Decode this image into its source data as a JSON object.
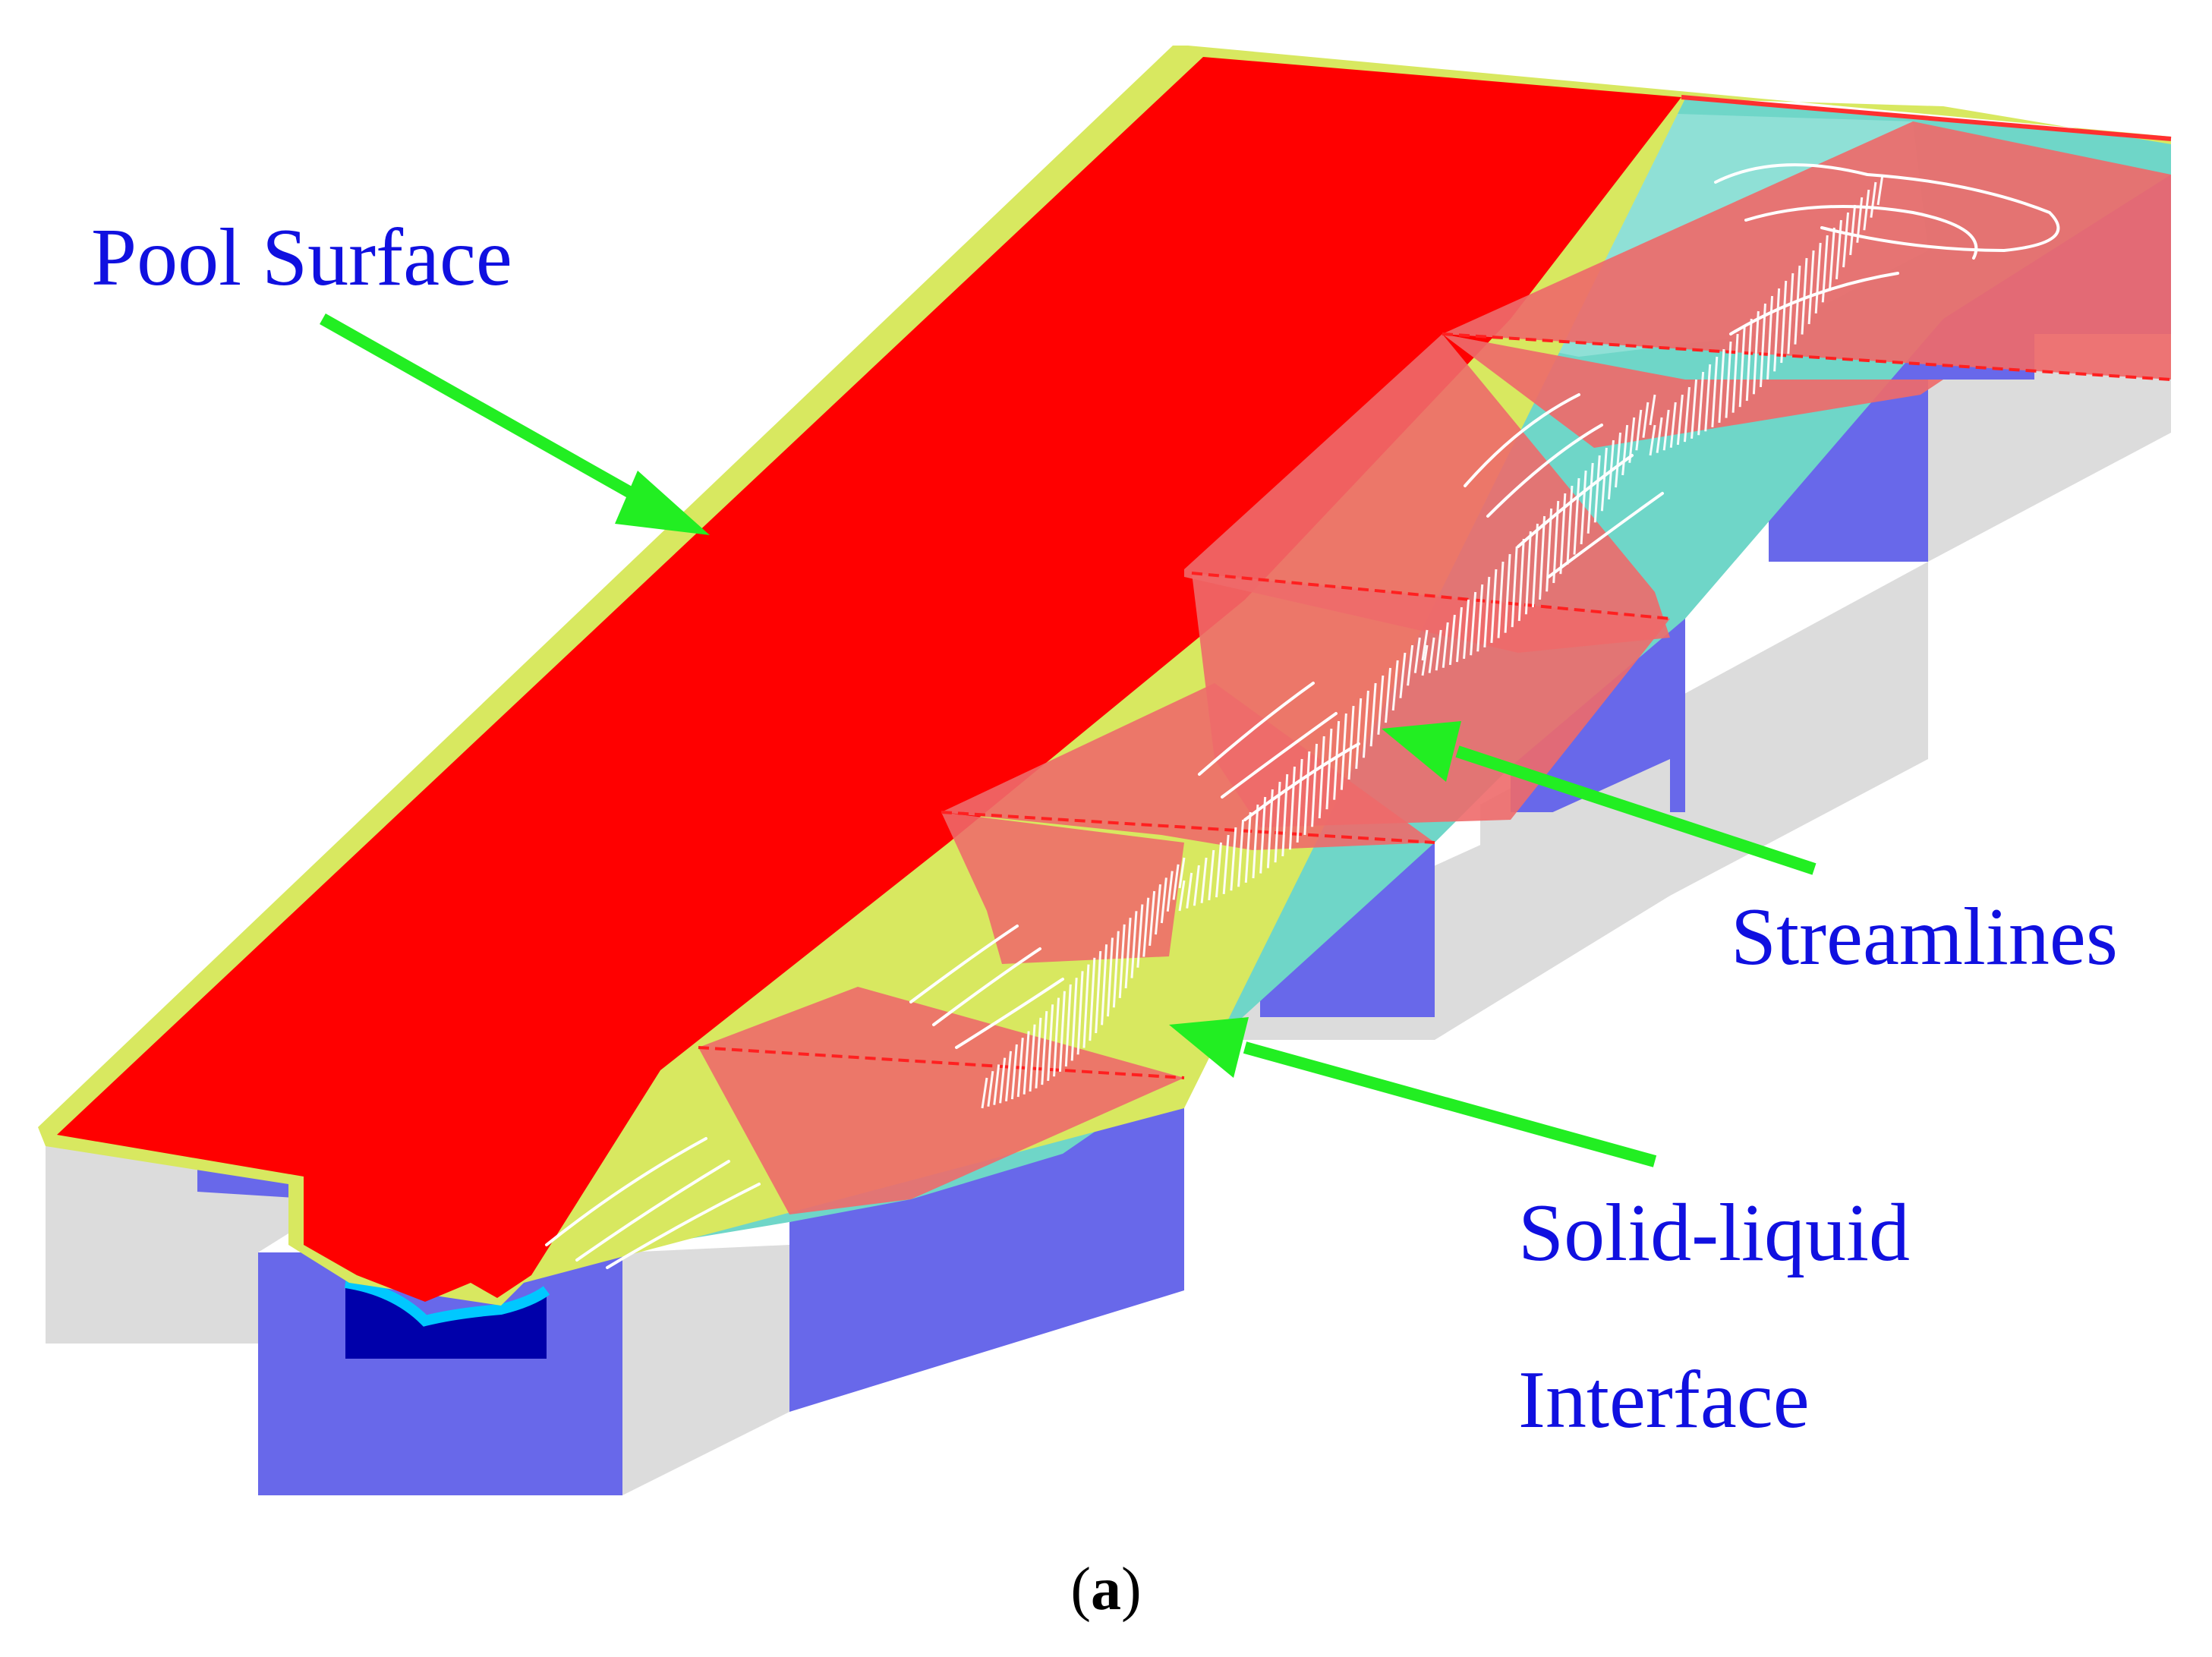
{
  "figure": {
    "labels": {
      "pool_surface": "Pool Surface",
      "streamlines": "Streamlines",
      "interface_line1": "Solid-liquid",
      "interface_line2": "Interface"
    },
    "caption_letter": "a",
    "colors": {
      "label_text": "#1010e0",
      "arrow": "#22ee22",
      "pool_red": "#ff0000",
      "light_red": "#ee6a6a",
      "teal": "#6fd6c8",
      "substrate_blue": "#6868ea",
      "substrate_grey": "#dcdcdc",
      "streamline": "#ffffff"
    }
  }
}
